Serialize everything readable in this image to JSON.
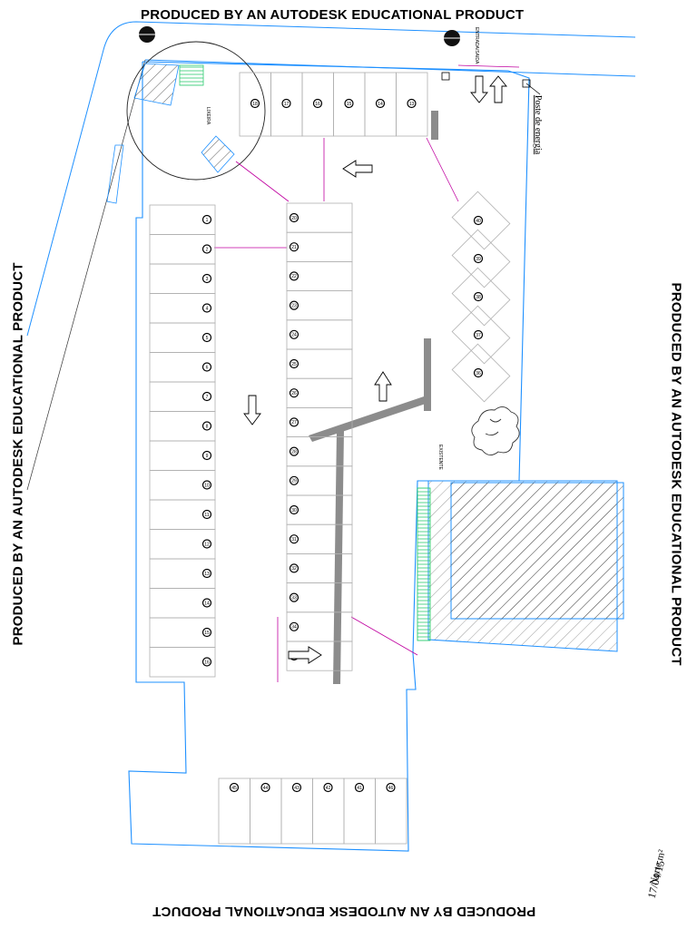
{
  "watermarks": {
    "top": "PRODUCED BY AN AUTODESK EDUCATIONAL PRODUCT",
    "bottom": "PRODUCED BY AN AUTODESK EDUCATIONAL PRODUCT",
    "left": "PRODUCED BY AN AUTODESK EDUCATIONAL PRODUCT",
    "right": "PRODUCED BY AN AUTODESK EDUCATIONAL PRODUCT"
  },
  "labels": {
    "poste": "Poste de energia",
    "north": "Norte m²",
    "date": "17/04/15",
    "entrance": "ENTRADA/SAIDA",
    "waste": "LIXEIRA",
    "existing": "EXISTENTE"
  },
  "colors": {
    "boundary": "#1e90ff",
    "dimension": "#c000a0",
    "hatch": "#333333",
    "green": "#2ecc71",
    "grey_bar": "#8c8c8c",
    "stall": "#b0b0b0"
  },
  "parking": {
    "top_row": [
      "18",
      "17",
      "16",
      "15",
      "14",
      "13"
    ],
    "left_column": [
      "1",
      "2",
      "3",
      "4",
      "5",
      "6",
      "7",
      "8",
      "9",
      "10",
      "11",
      "12",
      "13",
      "14",
      "15",
      "16"
    ],
    "middle_column": [
      "20",
      "21",
      "22",
      "23",
      "24",
      "25",
      "26",
      "27",
      "28",
      "29",
      "30",
      "31",
      "32",
      "33",
      "34",
      "35"
    ],
    "diagonal": [
      "40",
      "39",
      "38",
      "37",
      "36"
    ],
    "bottom_row": [
      "45",
      "44",
      "43",
      "42",
      "41",
      "46"
    ]
  }
}
